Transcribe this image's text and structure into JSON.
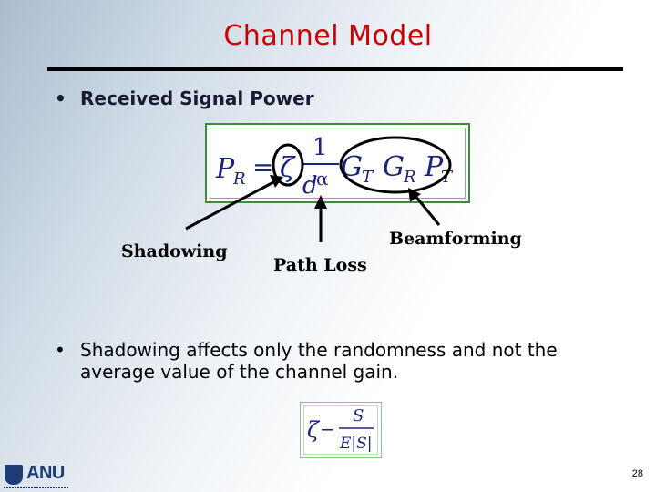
{
  "slide": {
    "title": "Channel Model",
    "page_number": "28"
  },
  "bullets": [
    {
      "text": "Received Signal Power"
    },
    {
      "text": "Shadowing affects only the randomness and not the average value of the channel gain."
    }
  ],
  "equation_main": {
    "lhs": "P",
    "lhs_sub": "R",
    "equals": "=",
    "zeta": "ζ",
    "numerator": "1",
    "denominator_base": "d",
    "exponent": "α",
    "g_t": "G",
    "g_t_sub": "T",
    "g_r": "G",
    "g_r_sub": "R",
    "p_t": "P",
    "p_t_sub": "T"
  },
  "equation_small": {
    "zeta": "ζ",
    "relation": "−",
    "numerator": "S",
    "denominator": "E|S|"
  },
  "annotations": {
    "shadowing": "Shadowing",
    "path_loss": "Path Loss",
    "beamforming": "Beamforming"
  },
  "logo": {
    "text": "ANU"
  },
  "colors": {
    "title": "#cc0000",
    "equation": "#1a237e",
    "box_border": "#3d8a3d"
  }
}
